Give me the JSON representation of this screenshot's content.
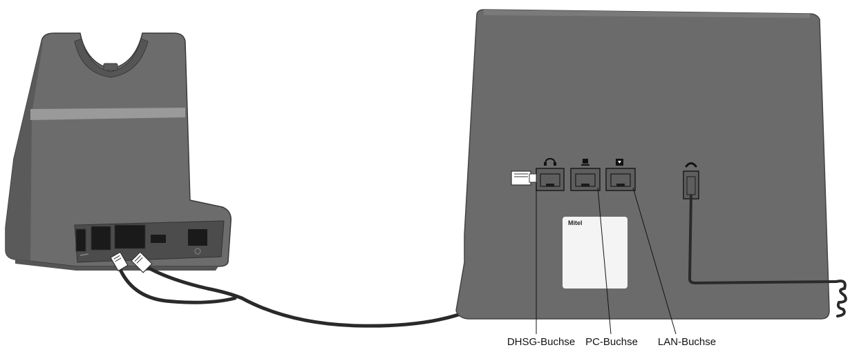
{
  "labels": {
    "dhsg": "DHSG-Buchse",
    "pc": "PC-Buchse",
    "lan": "LAN-Buchse"
  },
  "phone_label_brand": "Mitel",
  "icons": {
    "dhsg_port": "headset-icon",
    "pc_port": "pc-icon",
    "lan_port": "network-icon",
    "handset_port": "handset-icon"
  },
  "colors": {
    "device_body": "#6b6b6b",
    "cable": "#2a2a2a",
    "cable_marker": "#2f8ee6",
    "label_panel": "#f4f4f4"
  }
}
